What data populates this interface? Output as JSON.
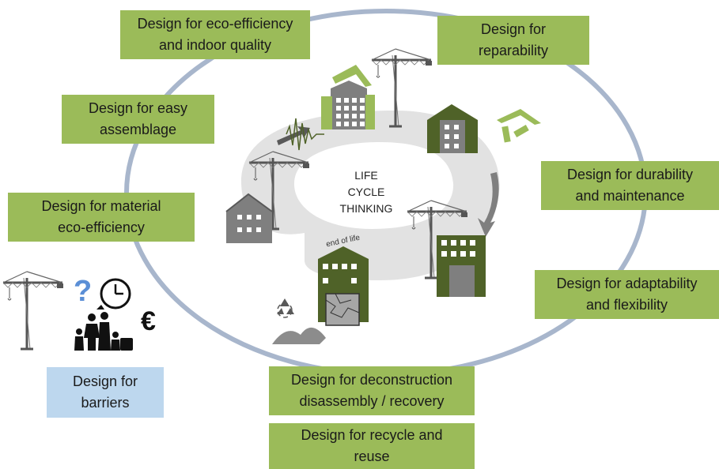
{
  "center": {
    "label": "LIFE\nCYCLE\nTHINKING",
    "end_of_life": "end of life"
  },
  "boxes": {
    "eco_efficiency_indoor": "Design for eco-efficiency\nand indoor quality",
    "reparability": "Design for\nreparability",
    "easy_assemblage": "Design for easy\nassemblage",
    "durability_maintenance": "Design for durability\nand maintenance",
    "material_eco_efficiency": "Design for material\neco-efficiency",
    "adaptability_flexibility": "Design for adaptability\nand flexibility",
    "deconstruction": "Design for deconstruction\ndisassembly / recovery",
    "recycle_reuse": "Design for recycle and\nreuse",
    "barriers": "Design for\nbarriers"
  },
  "barrier_symbols": {
    "question": "?",
    "euro": "€"
  },
  "colors": {
    "box_green": "#9bbb59",
    "box_blue": "#bdd7ee",
    "outer_ring": "#a8b6cc",
    "inner_ring": "#e2e2e2",
    "building_gray": "#7f7f7f",
    "building_green": "#4f6228",
    "accent_green": "#9bbb59"
  }
}
